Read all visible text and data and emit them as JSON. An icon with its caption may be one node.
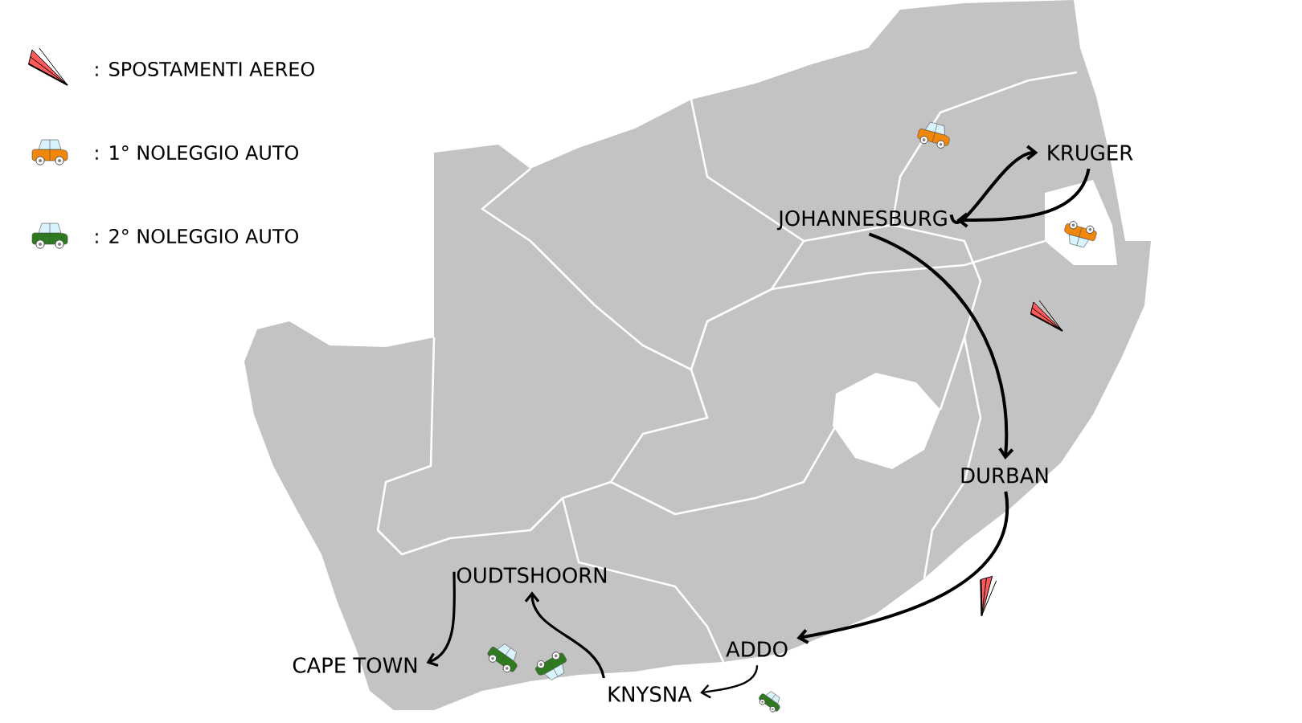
{
  "diagram": {
    "nodes": [
      {
        "text": [
          "JOHANNESBURG"
        ]
      },
      {
        "text": [
          "KRUGER"
        ]
      },
      {
        "text": [
          "DURBAN"
        ]
      },
      {
        "text": [
          "ADDO"
        ]
      },
      {
        "text": [
          "KNYSNA"
        ]
      },
      {
        "text": [
          "OUDTSHOORN"
        ]
      },
      {
        "text": [
          "CAPE TOWN"
        ]
      }
    ],
    "edges": [
      {
        "from": 0,
        "to": 1,
        "arrow": "to"
      },
      {
        "from": 1,
        "to": 0,
        "arrow": "to"
      },
      {
        "from": 0,
        "to": 2,
        "arrow": "to"
      },
      {
        "from": 2,
        "to": 3,
        "arrow": "to"
      },
      {
        "from": 3,
        "to": 4,
        "arrow": "to"
      },
      {
        "from": 4,
        "to": 5,
        "arrow": "to"
      },
      {
        "from": 5,
        "to": 6,
        "arrow": "to"
      }
    ],
    "legend": [
      {
        "text": ": SPOSTAMENTI AEREO"
      },
      {
        "text": ": 1° NOLEGGIO AUTO"
      },
      {
        "text": ": 2° NOLEGGIO AUTO"
      }
    ]
  }
}
